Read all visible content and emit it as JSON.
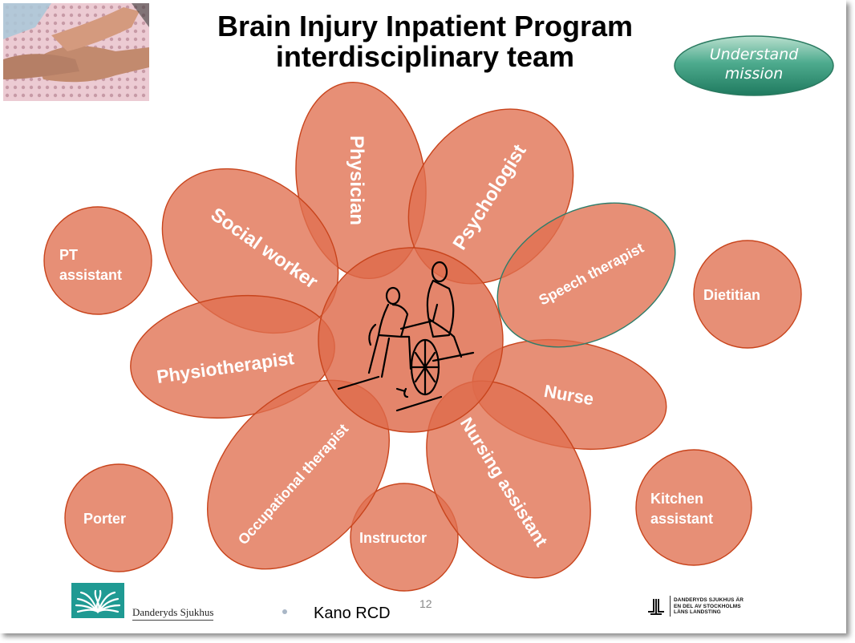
{
  "slide": {
    "title_line1": "Brain Injury Inpatient Program",
    "title_line2": "interdisciplinary team",
    "mission_badge": {
      "line1": "Understand",
      "line2": "mission",
      "color": "#2e8b70"
    },
    "photo": {
      "description": "holding-hands-photo"
    },
    "colors": {
      "petal_fill": "#e07050",
      "petal_stroke": "#c8441c",
      "speech_stroke": "#2e7d6a",
      "center_fill": "#de6a4a"
    },
    "center_icon": "wheelchair-caregiver-icon",
    "core_team": [
      {
        "id": "physician",
        "label": "Physician"
      },
      {
        "id": "psychologist",
        "label": "Psychologist"
      },
      {
        "id": "social-worker",
        "label": "Social worker"
      },
      {
        "id": "speech-therapist",
        "label": "Speech therapist"
      },
      {
        "id": "physiotherapist",
        "label": "Physiotherapist"
      },
      {
        "id": "nurse",
        "label": "Nurse"
      },
      {
        "id": "occupational-therapist",
        "label": "Occupational therapist"
      },
      {
        "id": "nursing-assistant",
        "label": "Nursing assistant"
      }
    ],
    "support_team": [
      {
        "id": "pt-assistant",
        "line1": "PT",
        "line2": "assistant"
      },
      {
        "id": "dietitian",
        "line1": "Dietitian",
        "line2": ""
      },
      {
        "id": "porter",
        "line1": "Porter",
        "line2": ""
      },
      {
        "id": "instructor",
        "line1": "Instructor",
        "line2": ""
      },
      {
        "id": "kitchen-assistant",
        "line1": "Kitchen",
        "line2": "assistant"
      }
    ]
  },
  "footer": {
    "hospital_name": "Danderyds Sjukhus",
    "author": "Kano RCD",
    "page_number": "12",
    "sll_line1": "DANDERYDS SJUKHUS ÄR",
    "sll_line2": "EN DEL AV STOCKHOLMS",
    "sll_line3": "LÄNS LANDSTING"
  }
}
